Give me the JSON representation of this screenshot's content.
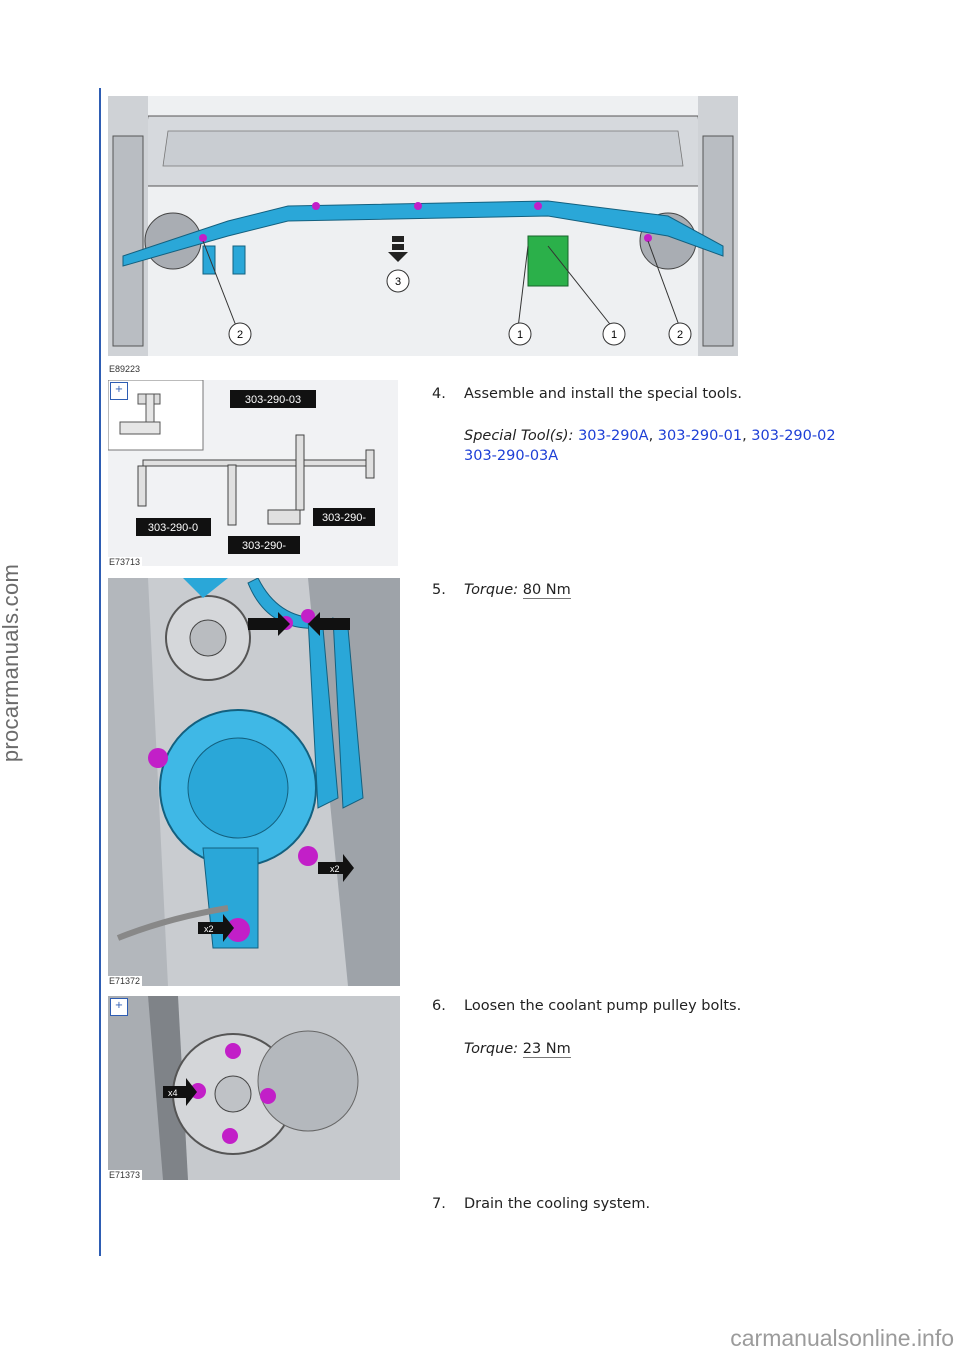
{
  "watermark_side": "procarmanuals.com",
  "watermark_footer": "carmanualsonline.info",
  "figures": [
    {
      "id": "E89223",
      "callouts": [
        "1",
        "1",
        "2",
        "2",
        "3"
      ]
    },
    {
      "id": "E73713",
      "tool_labels": [
        "303-290-03",
        "303-290-0",
        "303-290-",
        "303-290-"
      ]
    },
    {
      "id": "E71372",
      "badges": [
        "x2",
        "x2"
      ]
    },
    {
      "id": "E71373",
      "badges": [
        "x4"
      ]
    }
  ],
  "steps": [
    {
      "num": "4.",
      "text": "Assemble and install the special tools.",
      "sub_label": "Special Tool(s):",
      "tools_line1": [
        "303-290A",
        "303-290-01",
        "303-290-02"
      ],
      "tools_line2": "303-290-03A"
    },
    {
      "num": "5.",
      "label": "Torque:",
      "value": "80 Nm"
    },
    {
      "num": "6.",
      "text": "Loosen the coolant pump pulley bolts.",
      "label": "Torque:",
      "value": "23 Nm"
    },
    {
      "num": "7.",
      "text": "Drain the cooling system."
    }
  ],
  "colors": {
    "rule": "#2e5db3",
    "link": "#1d3fd6",
    "highlight_blue": "#2aa7d8",
    "highlight_magenta": "#c21fc8",
    "highlight_green": "#2bb04a"
  }
}
